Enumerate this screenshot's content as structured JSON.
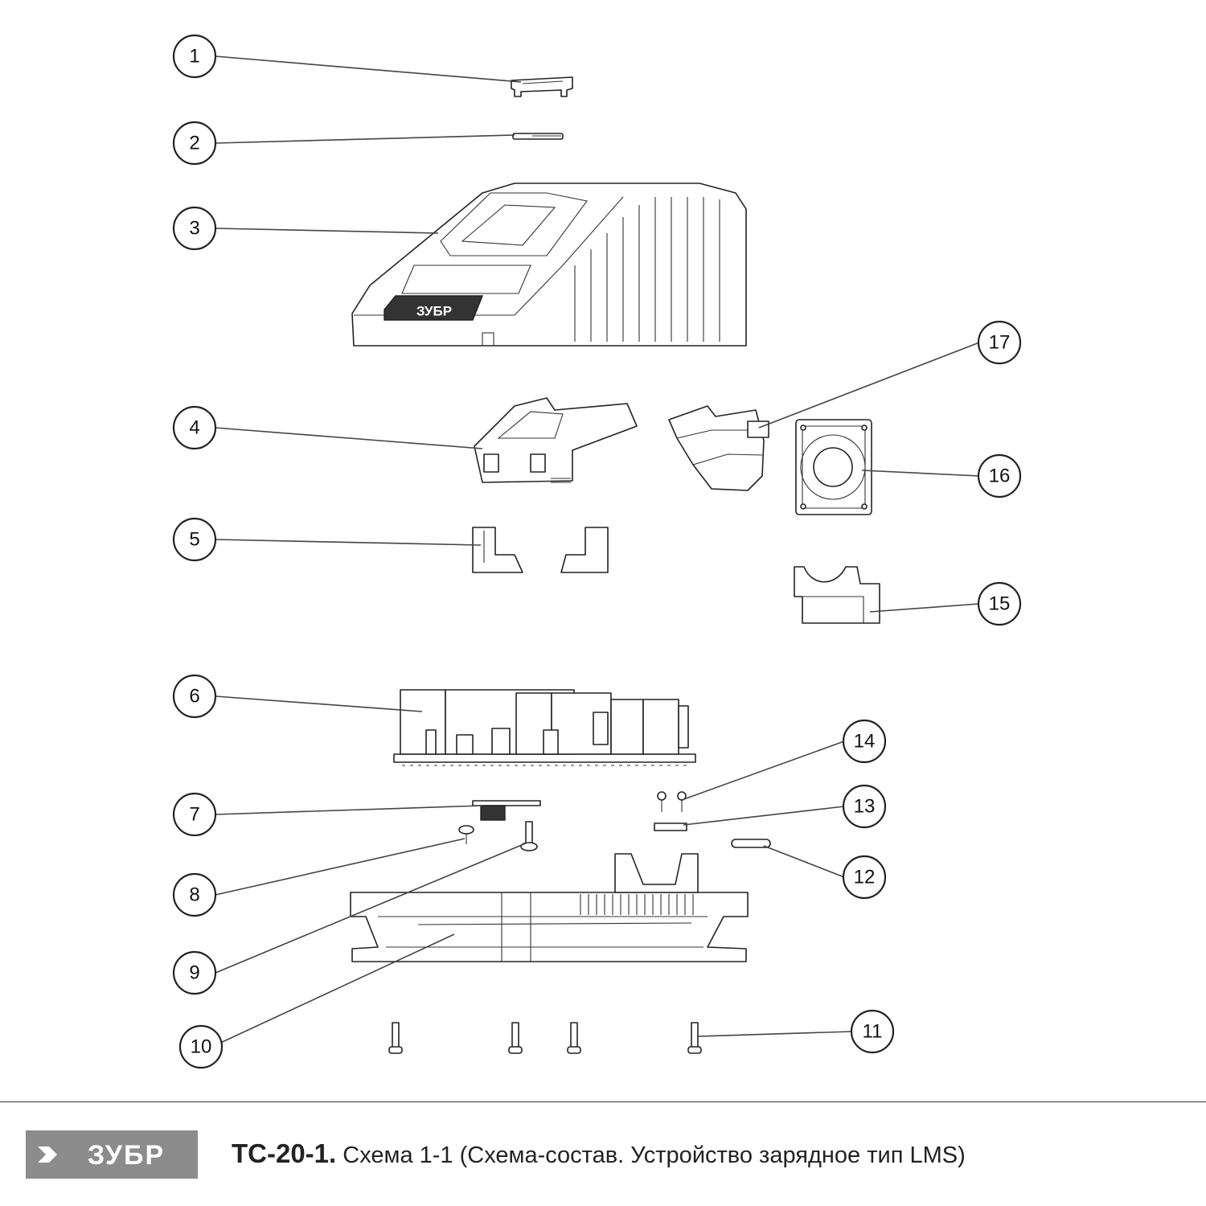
{
  "brand": {
    "logo_text": "ЗУБР",
    "color": "#8c8c8c"
  },
  "caption": {
    "code": "TC-20-1.",
    "text": "Схема 1-1 (Схема-состав. Устройство зарядное тип LMS)"
  },
  "callouts": [
    "1",
    "2",
    "3",
    "4",
    "5",
    "6",
    "7",
    "8",
    "9",
    "10",
    "11",
    "12",
    "13",
    "14",
    "15",
    "16",
    "17"
  ],
  "charger_logo_text": "ЗУБР"
}
